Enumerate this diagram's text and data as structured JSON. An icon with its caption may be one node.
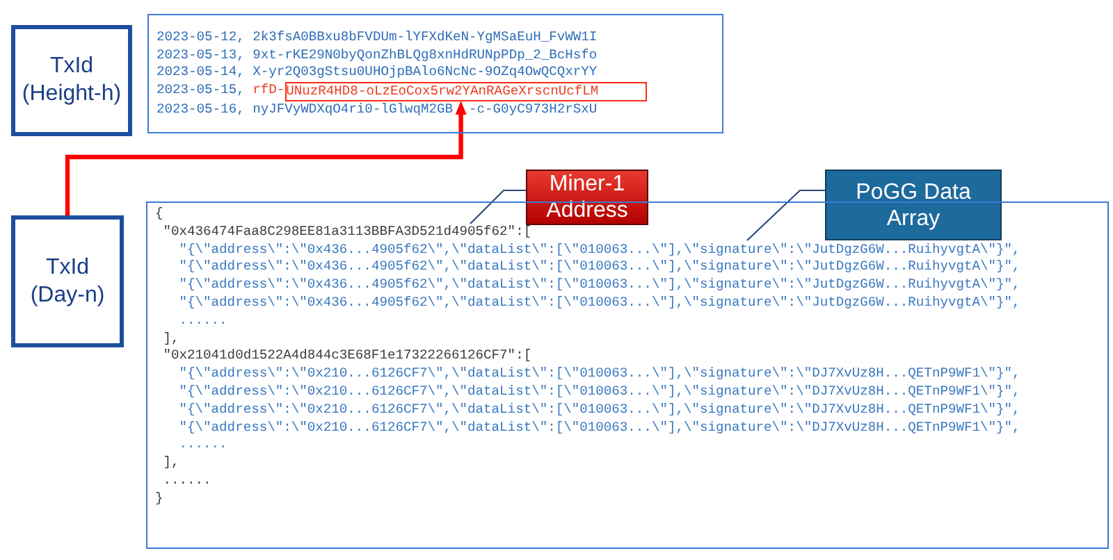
{
  "diagram": {
    "nodes": [
      {
        "text": [
          "TxId (Height-h)"
        ]
      },
      {
        "text": [
          "2023-05-12, 2k3fsA0BBxu8bFVDUm-lYFXdKeN-YgMSaEuH_FvWW1I",
          "2023-05-13, 9xt-rKE29N0byQonZhBLQg8xnHdRUNpPDp_2_BcHsfo",
          "2023-05-14, X-yr2Q03gStsu0UHOjpBAlo6NcNc-9OZq4OwQCQxrYY",
          "2023-05-15,",
          "rfD-",
          "2023-05-16, nyJFVyWDXqO4ri0-lGlwqM2GB",
          "-c-G0yC973H2rSxU"
        ]
      },
      {
        "text": [
          "UNuzR4HD8-oLzEoCox5rw2YAnRAGeXrscnUcfLM"
        ],
        "in": 1
      },
      {
        "text": [
          "TxId (Day-n)"
        ]
      },
      {
        "text": [
          "Miner-1 Address"
        ]
      },
      {
        "text": [
          "PoGG Data Array"
        ]
      },
      {
        "text": [
          "{",
          "\"0x436474Faa8C298EE81a3113BBFA3D521d4905f62\":[",
          "\"{\\\"address\\\":\\\"0x436...4905f62\\\",\\\"dataList\\\":[\\\"010063...\\\"],\\\"signature\\\":\\\"JutDgzG6W...RuihyvgtA\\\"}\",",
          "\"{\\\"address\\\":\\\"0x436...4905f62\\\",\\\"dataList\\\":[\\\"010063...\\\"],\\\"signature\\\":\\\"JutDgzG6W...RuihyvgtA\\\"}\",",
          "\"{\\\"address\\\":\\\"0x436...4905f62\\\",\\\"dataList\\\":[\\\"010063...\\\"],\\\"signature\\\":\\\"JutDgzG6W...RuihyvgtA\\\"}\",",
          "\"{\\\"address\\\":\\\"0x436...4905f62\\\",\\\"dataList\\\":[\\\"010063...\\\"],\\\"signature\\\":\\\"JutDgzG6W...RuihyvgtA\\\"}\",",
          "......",
          "],",
          "\"0x21041d0d1522A4d844c3E68F1e17322266126CF7\":[",
          "\"{\\\"address\\\":\\\"0x210...6126CF7\\\",\\\"dataList\\\":[\\\"010063...\\\"],\\\"signature\\\":\\\"DJ7XvUz8H...QETnP9WF1\\\"}\",",
          "\"{\\\"address\\\":\\\"0x210...6126CF7\\\",\\\"dataList\\\":[\\\"010063...\\\"],\\\"signature\\\":\\\"DJ7XvUz8H...QETnP9WF1\\\"}\",",
          "\"{\\\"address\\\":\\\"0x210...6126CF7\\\",\\\"dataList\\\":[\\\"010063...\\\"],\\\"signature\\\":\\\"DJ7XvUz8H...QETnP9WF1\\\"}\",",
          "\"{\\\"address\\\":\\\"0x210...6126CF7\\\",\\\"dataList\\\":[\\\"010063...\\\"],\\\"signature\\\":\\\"DJ7XvUz8H...QETnP9WF1\\\"}\",",
          "......",
          "],",
          "......",
          "}"
        ]
      }
    ],
    "edges": [
      {
        "from": 3,
        "to": 2,
        "arrow": "to",
        "style": "thick",
        "color": "#ff0000"
      },
      {
        "from": 4,
        "to": 6,
        "arrow": "none"
      },
      {
        "from": 5,
        "to": 6,
        "arrow": "none"
      }
    ]
  }
}
